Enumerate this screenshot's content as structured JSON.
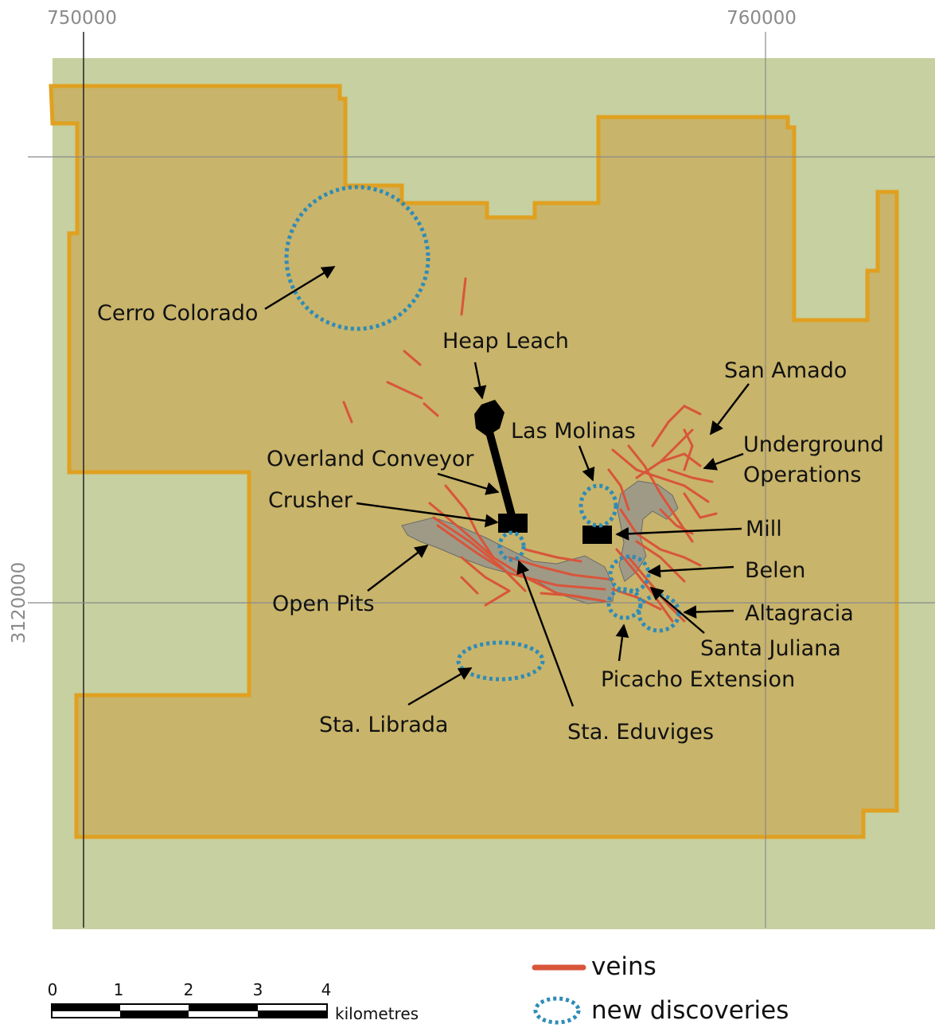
{
  "grid": {
    "easting_labels": [
      "750000",
      "760000"
    ],
    "northing_label": "3120000"
  },
  "labels": {
    "cerro_colorado": "Cerro Colorado",
    "heap_leach": "Heap Leach",
    "las_molinas": "Las Molinas",
    "san_amado": "San Amado",
    "underground_1": "Underground",
    "underground_2": "Operations",
    "overland_conveyor": "Overland Conveyor",
    "crusher": "Crusher",
    "mill": "Mill",
    "belen": "Belen",
    "open_pits": "Open Pits",
    "altagracia": "Altagracia",
    "santa_juliana": "Santa Juliana",
    "picacho_extension": "Picacho Extension",
    "sta_librada": "Sta. Librada",
    "sta_eduviges": "Sta. Eduviges"
  },
  "scale_bar": {
    "ticks": [
      "0",
      "1",
      "2",
      "3",
      "4"
    ],
    "unit": "kilometres"
  },
  "legend": {
    "veins": "veins",
    "new_discoveries": "new discoveries"
  },
  "colors": {
    "background": "#c6d0a0",
    "concession_fill": "#c8b46a",
    "concession_border": "#e0a020",
    "veins": "#d8553a",
    "new_discoveries": "#2e8bb8",
    "open_pits": "#9f9a86",
    "facilities": "#000000",
    "grid_lines": "#8a8a8a"
  }
}
